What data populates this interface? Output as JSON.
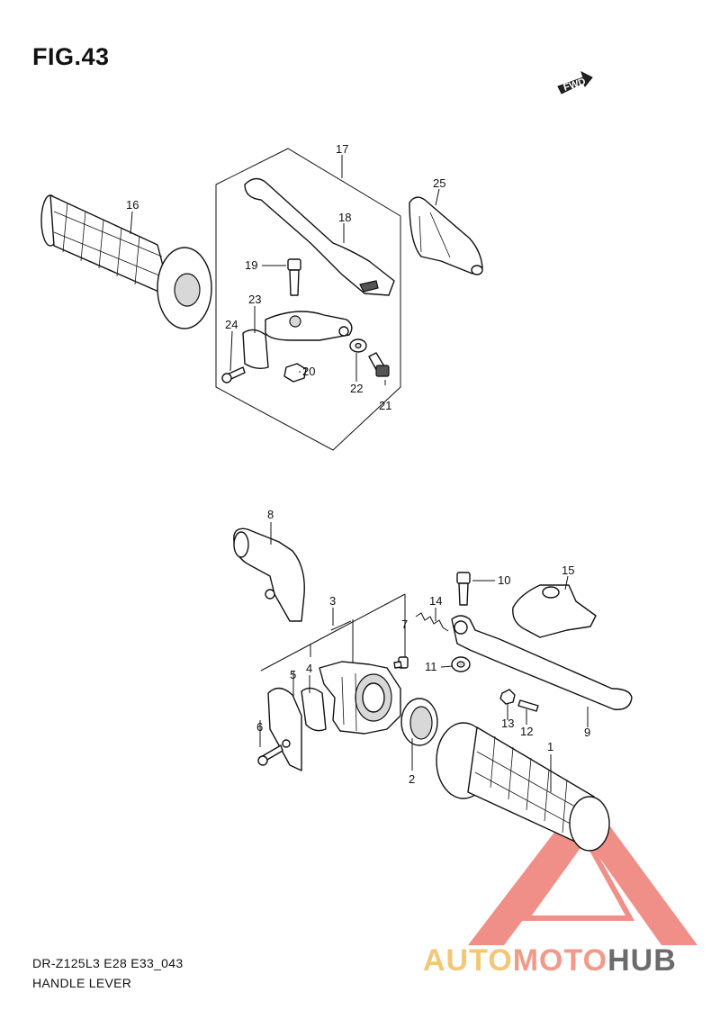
{
  "figure": {
    "title": "FIG.43",
    "fwd_label": "FWD"
  },
  "footer": {
    "model_code": "DR-Z125L3 E28 E33_043",
    "section_name": "HANDLE LEVER"
  },
  "watermark": {
    "part1": "AUTO",
    "part2": "MOTO",
    "part3": "HUB",
    "colors": {
      "auto": "#f3c777",
      "moto": "#f29a8a",
      "hub": "#6b6b6b",
      "triangle": "#e8514a"
    }
  },
  "callouts": [
    {
      "id": "c1",
      "label": "1"
    },
    {
      "id": "c2",
      "label": "2"
    },
    {
      "id": "c3",
      "label": "3"
    },
    {
      "id": "c4",
      "label": "4"
    },
    {
      "id": "c5",
      "label": "5"
    },
    {
      "id": "c6",
      "label": "6"
    },
    {
      "id": "c7",
      "label": "7"
    },
    {
      "id": "c8",
      "label": "8"
    },
    {
      "id": "c9",
      "label": "9"
    },
    {
      "id": "c10",
      "label": "10"
    },
    {
      "id": "c11",
      "label": "11"
    },
    {
      "id": "c12",
      "label": "12"
    },
    {
      "id": "c13",
      "label": "13"
    },
    {
      "id": "c14",
      "label": "14"
    },
    {
      "id": "c15",
      "label": "15"
    },
    {
      "id": "c16",
      "label": "16"
    },
    {
      "id": "c17",
      "label": "17"
    },
    {
      "id": "c18",
      "label": "18"
    },
    {
      "id": "c19",
      "label": "19"
    },
    {
      "id": "c20",
      "label": "20"
    },
    {
      "id": "c21",
      "label": "21"
    },
    {
      "id": "c22",
      "label": "22"
    },
    {
      "id": "c23",
      "label": "23"
    },
    {
      "id": "c24",
      "label": "24"
    },
    {
      "id": "c25",
      "label": "25"
    }
  ]
}
